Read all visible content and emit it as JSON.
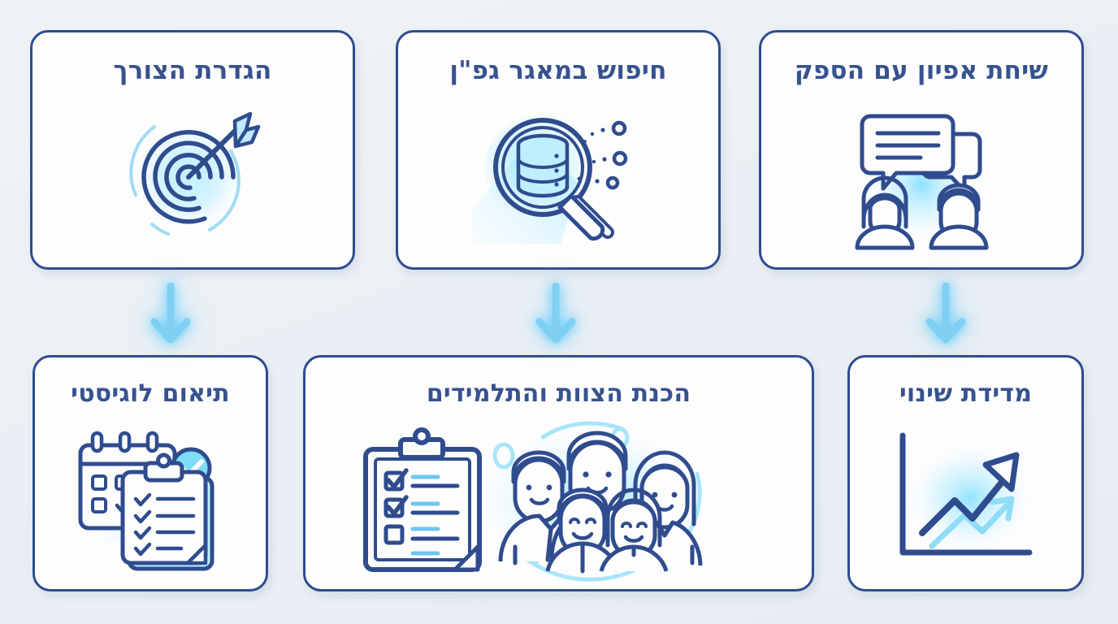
{
  "page": {
    "direction": "rtl",
    "language": "he",
    "background_color": "#e9eff4",
    "accent_navy": "#2f4c8e",
    "accent_cyan": "#5ec8f2",
    "title_color": "#36528f",
    "card_background": "#fdfdfe"
  },
  "flow": {
    "rows": 2,
    "arrow_count": 3,
    "arrow_direction": "down",
    "arrow_color": "#6fc6ef"
  },
  "cards": [
    {
      "id": "card-need",
      "title": "הגדרת הצורך",
      "icon": "target-arrow-icon",
      "row": 1,
      "column": 1
    },
    {
      "id": "card-search",
      "title": "חיפוש במאגר גפ\"ן",
      "icon": "magnifier-database-icon",
      "row": 1,
      "column": 2
    },
    {
      "id": "card-vendor",
      "title": "שיחת אפיון עם הספק",
      "icon": "chat-people-icon",
      "row": 1,
      "column": 3
    },
    {
      "id": "card-logistics",
      "title": "תיאום לוגיסטי",
      "icon": "calendar-clipboard-check-icon",
      "row": 2,
      "column": 1
    },
    {
      "id": "card-staff",
      "title": "הכנת הצוות והתלמידים",
      "icon": "clipboard-group-people-icon",
      "row": 2,
      "column": 2
    },
    {
      "id": "card-measure",
      "title": "מדידת שינוי",
      "icon": "growth-chart-arrow-icon",
      "row": 2,
      "column": 3
    }
  ],
  "arrows": [
    {
      "id": "arrow-1",
      "from": "card-need",
      "to": "card-logistics"
    },
    {
      "id": "arrow-2",
      "from": "card-search",
      "to": "card-staff"
    },
    {
      "id": "arrow-3",
      "from": "card-vendor",
      "to": "card-measure"
    }
  ]
}
